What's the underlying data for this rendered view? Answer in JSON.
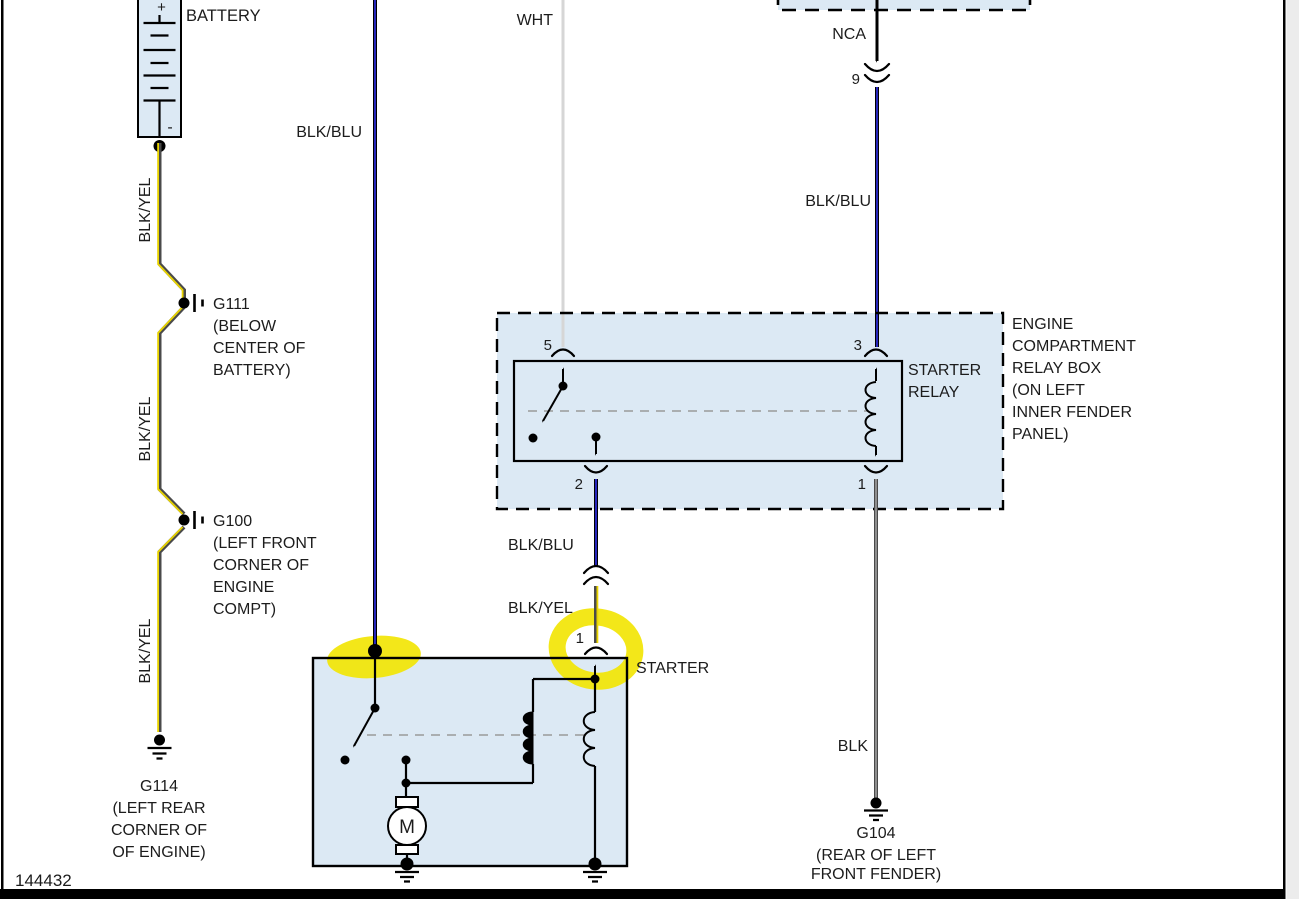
{
  "figure_number": "144432",
  "battery": {
    "label": "BATTERY",
    "plus": "+",
    "minus": "-"
  },
  "connector9": {
    "pin": "9"
  },
  "labels": {
    "blk_yel": "BLK/YEL",
    "blk_blu": "BLK/BLU",
    "wht": "WHT",
    "nca": "NCA",
    "blk": "BLK"
  },
  "grounds": {
    "g111": {
      "name": "G111",
      "desc": [
        "(BELOW",
        "CENTER OF",
        "BATTERY)"
      ]
    },
    "g100": {
      "name": "G100",
      "desc": [
        "(LEFT FRONT",
        "CORNER OF",
        "ENGINE",
        "COMPT)"
      ]
    },
    "g114": {
      "name": "G114",
      "desc": [
        "(LEFT REAR",
        "CORNER OF",
        "OF ENGINE)"
      ]
    },
    "g104": {
      "name": "G104",
      "desc": [
        "(REAR OF LEFT",
        "FRONT FENDER)"
      ]
    }
  },
  "relay": {
    "name": [
      "STARTER",
      "RELAY"
    ],
    "box_label": [
      "ENGINE",
      "COMPARTMENT",
      "RELAY BOX",
      "(ON LEFT",
      "INNER FENDER",
      "PANEL)"
    ],
    "pins": {
      "p5": "5",
      "p3": "3",
      "p2": "2",
      "p1": "1"
    }
  },
  "starter": {
    "label": "STARTER",
    "pin1": "1",
    "motor_letter": "M"
  },
  "colors": {
    "component_fill": "#dce9f4",
    "highlight_yellow": "#f2e606",
    "wire_blue": "#2b2bd0",
    "wire_yellow": "#e9d400",
    "wire_white": "#d6d6d6",
    "wire_black": "#000000",
    "wire_gray_core": "#a0a0a0",
    "wire_dark": "#4a4a4a"
  }
}
